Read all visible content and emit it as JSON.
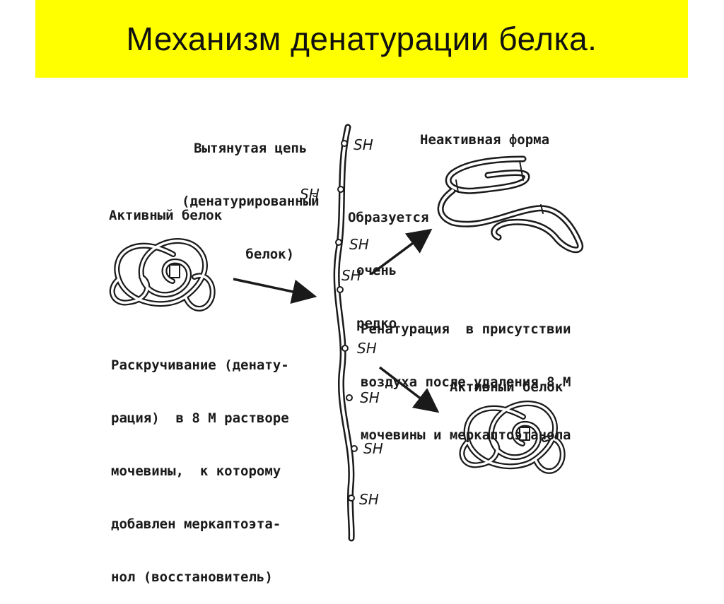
{
  "title": "Механизм денатурации белка.",
  "labels": {
    "stretched_chain": [
      "Вытянутая цепь",
      "(денатурированный",
      "белок)"
    ],
    "active_protein_left": "Активный белок",
    "unwinding": [
      "Раскручивание (денату-",
      "рация)  в 8 М растворе",
      "мочевины,  к которому",
      "добавлен меркаптоэта-",
      "нол (восстановитель)"
    ],
    "inactive_form": "Неактивная форма",
    "forms_rarely": [
      "Образуется",
      "очень",
      "редко"
    ],
    "renaturation": [
      "Ренатурация  в присутствии",
      "воздуха после удаления 8 М",
      "мочевины и меркаптоэтанола"
    ],
    "active_protein_right": "Активный белок",
    "sh_group": "SH"
  },
  "colors": {
    "title_background": "#ffff00",
    "ink": "#1a1a1a"
  }
}
